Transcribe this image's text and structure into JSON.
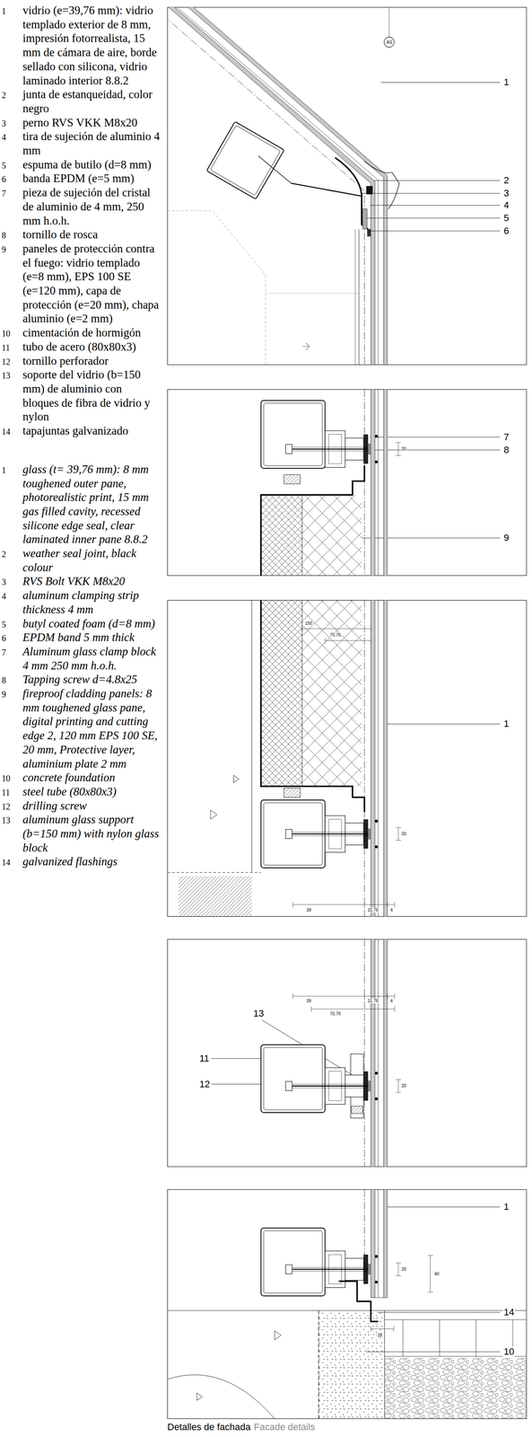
{
  "diagram": {
    "caption": "Detalles de fachada",
    "labels": [
      "1",
      "vidrio (e=39,76 mm): vidrio templado exterior de 8 mm, impresión fotorrealista, 15 mm de cámara de aire, borde sellado con silicona, vidrio laminado interior 8.8.2",
      "2",
      "junta de estanqueidad, color negro",
      "3",
      "perno RVS VKK M8x20",
      "4",
      "tira de sujeción de aluminio 4 mm",
      "5",
      "espuma de butilo (d=8 mm)",
      "6",
      "banda EPDM (e=5 mm)",
      "7",
      "pieza de sujeción del cristal de aluminio de 4 mm, 250 mm h.o.h.",
      "8",
      "tornillo de rosca",
      "9",
      "paneles de protección contra el fuego: vidrio templado (e=8 mm), EPS 100 SE (e=120 mm), capa de protección (e=20 mm), chapa aluminio (e=2 mm)",
      "10",
      "cimentación de hormigón",
      "11",
      "tubo de acero (80x80x3)",
      "12",
      "tornillo perforador",
      "13",
      "soporte del vidrio (b=150 mm) de aluminio con bloques de fibra de vidrio y nylon",
      "14",
      "tapajuntas galvanizado",
      "1",
      "glass (t= 39,76 mm): 8 mm toughened outer pane, photorealistic print, 15 mm gas filled cavity, recessed silicone edge seal, clear laminated inner pane 8.8.2",
      "2",
      "weather seal joint, black colour",
      "3",
      "RVS Bolt VKK M8x20",
      "4",
      "aluminum clamping strip thickness 4 mm",
      "5",
      "butyl coated foam (d=8 mm)",
      "6",
      "EPDM band 5 mm thick",
      "7",
      "Aluminum glass clamp block 4 mm 250 mm h.o.h.",
      "8",
      "Tapping screw d=4.8x25",
      "9",
      "fireproof cladding panels: 8 mm toughened glass pane, digital printing and cutting edge 2, 120 mm EPS 100 SE, 20 mm, Protective layer, aluminium plate 2 mm",
      "10",
      "concrete foundation",
      "11",
      "steel tube (80x80x3)",
      "12",
      "drilling screw",
      "13",
      "aluminum glass support (b=150 mm) with nylon glass block",
      "14",
      "galvanized flashings",
      "AS",
      "1",
      "2",
      "3",
      "4",
      "5",
      "6",
      "7",
      "8",
      "9",
      "1",
      "13",
      "11",
      "12",
      "1",
      "14",
      "10",
      "150",
      "70.76",
      "39",
      "31.76",
      "4",
      "39",
      "31.76",
      "4",
      "70.76",
      "20",
      "20",
      "20",
      "20",
      "40",
      "28",
      "Facade details"
    ]
  }
}
